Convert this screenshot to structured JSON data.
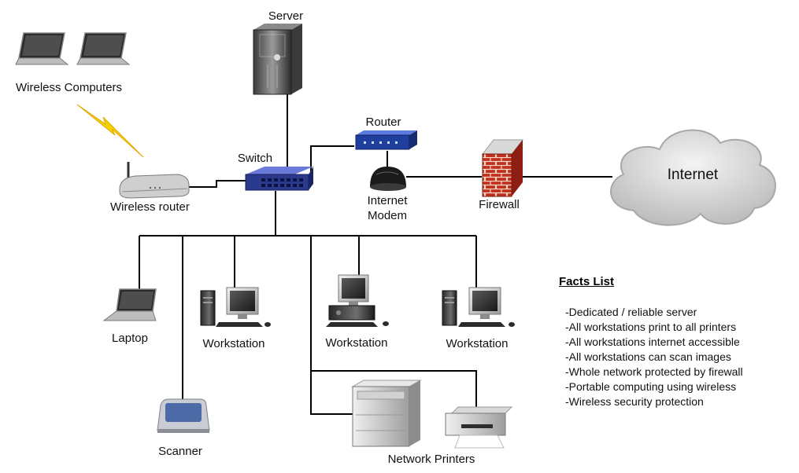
{
  "labels": {
    "server": "Server",
    "wireless_computers": "Wireless Computers",
    "router": "Router",
    "switch": "Switch",
    "wireless_router": "Wireless router",
    "internet_modem_line1": "Internet",
    "internet_modem_line2": "Modem",
    "firewall": "Firewall",
    "internet": "Internet",
    "laptop": "Laptop",
    "workstation_1": "Workstation",
    "workstation_2": "Workstation",
    "workstation_3": "Workstation",
    "scanner": "Scanner",
    "network_printers": "Network Printers"
  },
  "facts": {
    "title": "Facts List",
    "items": [
      "-Dedicated / reliable server",
      "-All workstations print to all printers",
      "-All workstations internet accessible",
      "-All workstations can scan images",
      "-Whole network protected by firewall",
      "-Portable computing using wireless",
      "-Wireless security protection"
    ]
  },
  "colors": {
    "line": "#000000",
    "switch": "#2b3a8c",
    "router": "#1f3f9e",
    "firewall_brick": "#c2301e",
    "lightning": "#f4d400",
    "cloud": "#d4d4d4"
  }
}
